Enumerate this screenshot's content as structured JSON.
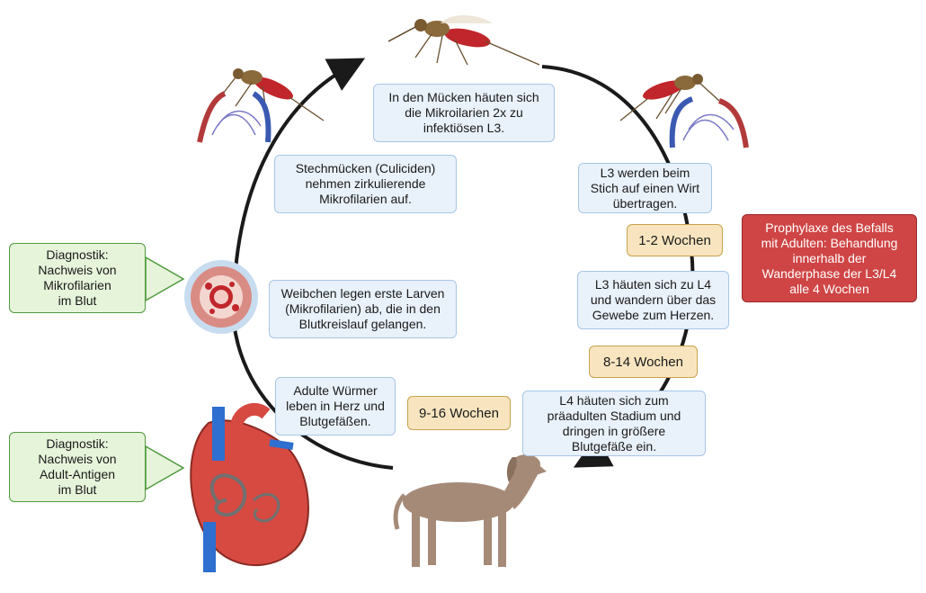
{
  "steps": {
    "mosquito_molt": "In den Mücken häuten sich\ndie Mikroilarien 2x zu\ninfektiösen L3.",
    "mosquito_uptake": "Stechmücken (Culiciden)\nnehmen zirkulierende\nMikrofilarien auf.",
    "l3_transfer": "L3 werden beim\nStich auf einen Wirt\nübertragen.",
    "l3_to_l4": "L3 häuten sich zu L4\nund wandern über das\nGewebe zum Herzen.",
    "females_larvae": "Weibchen legen erste Larven\n(Mikrofilarien) ab, die in den\nBlutkreislauf gelangen.",
    "adult_worms": "Adulte Würmer\nleben in Herz und\nBlutgefäßen.",
    "l4_preadult": "L4 häuten sich zum\npräadulten Stadium und\ndringen in größere\nBlutgefäße ein."
  },
  "durations": {
    "d1": "1-2 Wochen",
    "d2": "8-14 Wochen",
    "d3": "9-16 Wochen"
  },
  "diagnostics": {
    "microfilariae": "Diagnostik:\nNachweis von\nMikrofilarien\nim Blut",
    "antigen": "Diagnostik:\nNachweis von\nAdult-Antigen\nim Blut"
  },
  "prophylaxis": "Prophylaxe des Befalls\nmit Adulten: Behandlung\ninnerhalb der\nWanderphase der L3/L4\nalle 4 Wochen",
  "colors": {
    "step_fill": "#e9f1fb",
    "duration_fill": "#f8e5bf",
    "diagnostic_fill": "#e6f4da",
    "prophylaxis_fill": "#cf4545",
    "cycle_arrow": "#1a1a1a"
  }
}
